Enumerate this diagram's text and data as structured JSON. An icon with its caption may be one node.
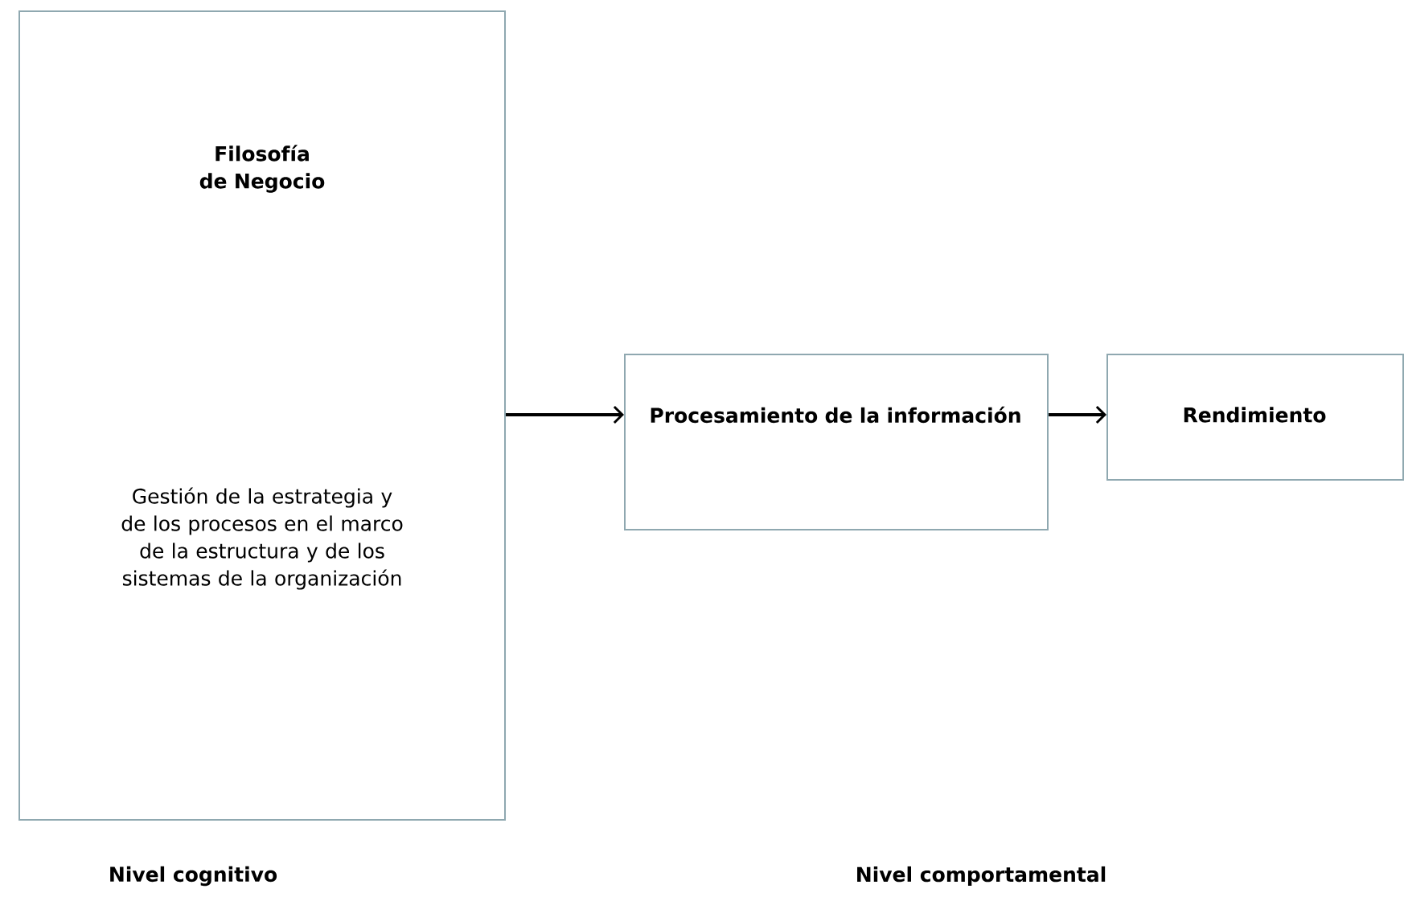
{
  "diagram": {
    "nodes": [
      {
        "text": [
          "Filosofía de Negocio",
          "Gestión de la estrategia y de los procesos en el marco de la estructura y de los sistemas de la organización"
        ]
      },
      {
        "text": [
          "Procesamiento de la información"
        ]
      },
      {
        "text": [
          "Rendimiento"
        ]
      }
    ],
    "edges": [
      {
        "from": 0,
        "to": 1,
        "arrow": "to"
      },
      {
        "from": 1,
        "to": 2,
        "arrow": "to"
      }
    ],
    "labels": [
      "Nivel cognitivo",
      "Nivel comportamental"
    ]
  }
}
